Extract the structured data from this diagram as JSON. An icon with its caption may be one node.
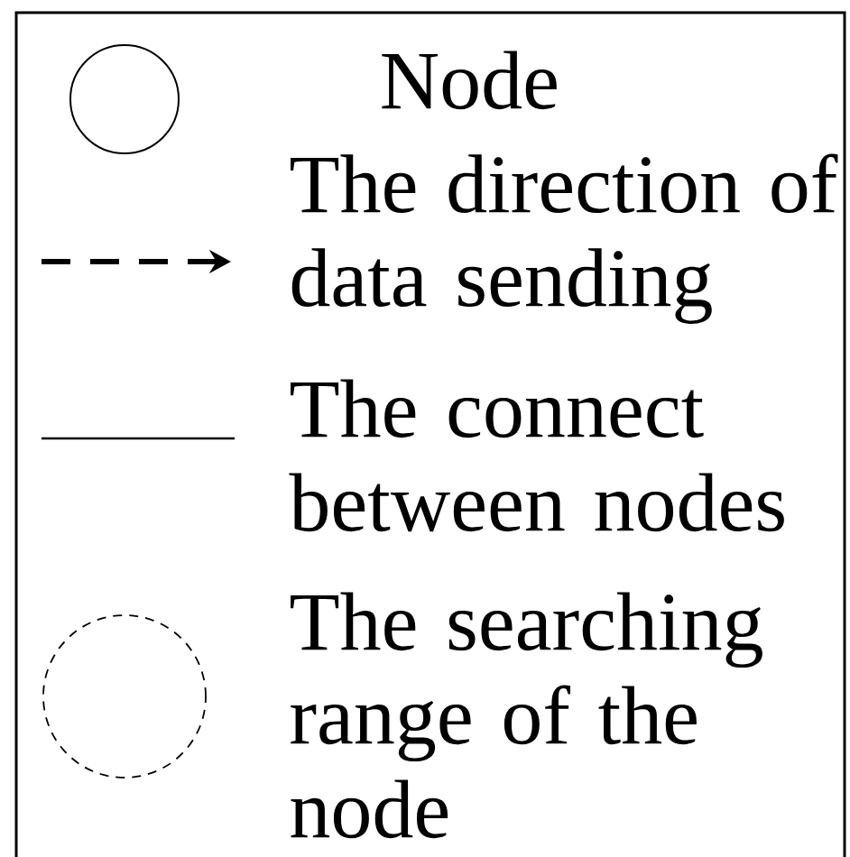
{
  "diagram": {
    "legend": [
      {
        "text": "Node"
      },
      {
        "text": "The direction of data sending"
      },
      {
        "text": "The connect between nodes"
      },
      {
        "text": "The searching range of the node"
      }
    ]
  }
}
